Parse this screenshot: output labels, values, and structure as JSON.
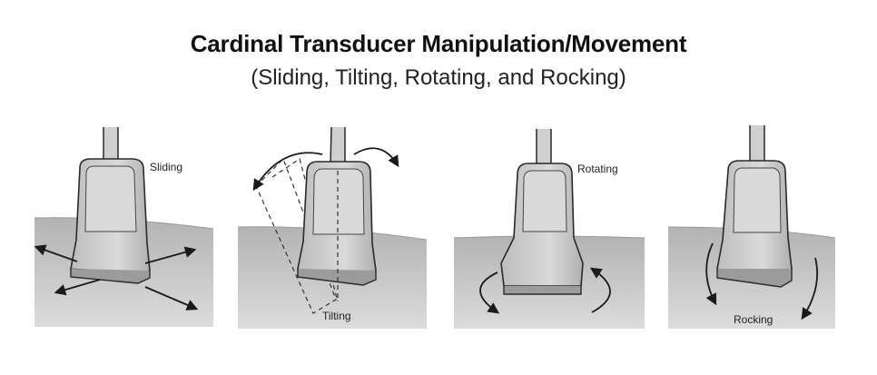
{
  "header": {
    "title": "Cardinal Transducer Manipulation/Movement",
    "subtitle": "(Sliding, Tilting, Rotating, and Rocking)"
  },
  "panels": [
    {
      "label": "Sliding"
    },
    {
      "label": "Tilting"
    },
    {
      "label": "Rotating"
    },
    {
      "label": "Rocking"
    }
  ],
  "colors": {
    "probe_fill": "#cfcfcf",
    "probe_edge": "#2a2a2a",
    "skin": "#bdbdbd",
    "arrow": "#1a1a1a"
  }
}
